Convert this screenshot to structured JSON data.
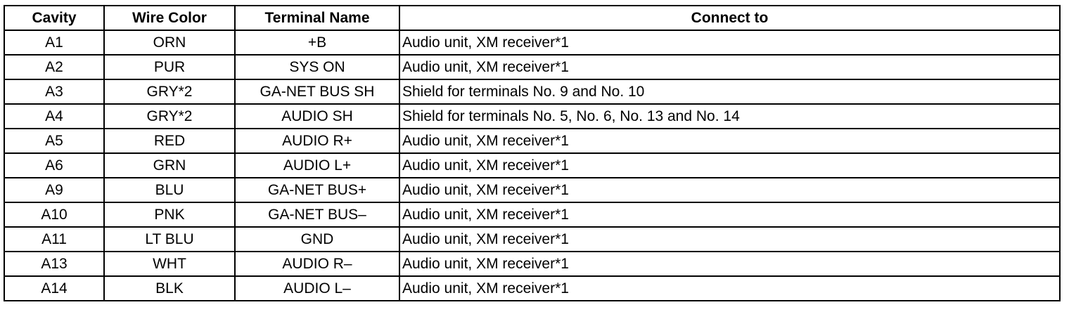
{
  "table": {
    "headers": {
      "cavity": "Cavity",
      "wire_color": "Wire Color",
      "terminal_name": "Terminal Name",
      "connect_to": "Connect to"
    },
    "rows": [
      {
        "cavity": "A1",
        "wire_color": "ORN",
        "terminal_name": "+B",
        "connect_to": "Audio unit, XM receiver*1"
      },
      {
        "cavity": "A2",
        "wire_color": "PUR",
        "terminal_name": "SYS ON",
        "connect_to": "Audio unit, XM receiver*1"
      },
      {
        "cavity": "A3",
        "wire_color": "GRY*2",
        "terminal_name": "GA-NET BUS SH",
        "connect_to": "Shield for terminals No. 9 and No. 10"
      },
      {
        "cavity": "A4",
        "wire_color": "GRY*2",
        "terminal_name": "AUDIO SH",
        "connect_to": "Shield for terminals No. 5, No. 6, No. 13 and No. 14"
      },
      {
        "cavity": "A5",
        "wire_color": "RED",
        "terminal_name": "AUDIO R+",
        "connect_to": "Audio unit, XM receiver*1"
      },
      {
        "cavity": "A6",
        "wire_color": "GRN",
        "terminal_name": "AUDIO L+",
        "connect_to": "Audio unit, XM receiver*1"
      },
      {
        "cavity": "A9",
        "wire_color": "BLU",
        "terminal_name": "GA-NET BUS+",
        "connect_to": "Audio unit, XM receiver*1"
      },
      {
        "cavity": "A10",
        "wire_color": "PNK",
        "terminal_name": "GA-NET BUS–",
        "connect_to": "Audio unit, XM receiver*1"
      },
      {
        "cavity": "A11",
        "wire_color": "LT BLU",
        "terminal_name": "GND",
        "connect_to": "Audio unit, XM receiver*1"
      },
      {
        "cavity": "A13",
        "wire_color": "WHT",
        "terminal_name": "AUDIO R–",
        "connect_to": "Audio unit, XM receiver*1"
      },
      {
        "cavity": "A14",
        "wire_color": "BLK",
        "terminal_name": "AUDIO L–",
        "connect_to": "Audio unit, XM receiver*1"
      }
    ]
  }
}
